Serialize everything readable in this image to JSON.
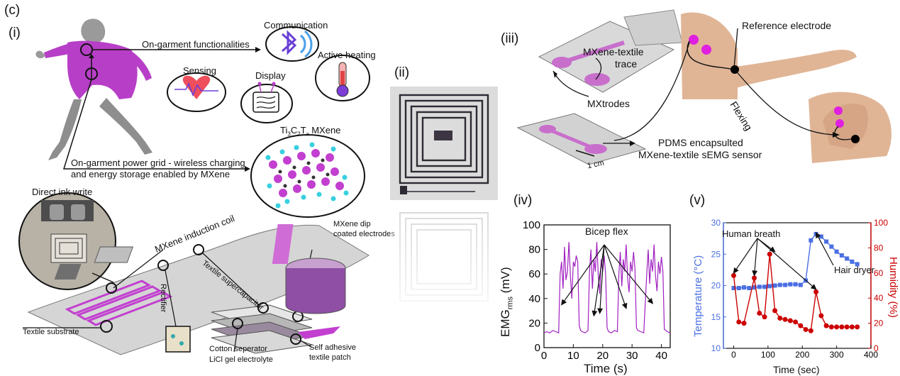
{
  "figure_label": "(c)",
  "panel_i": {
    "tag": "(i)",
    "on_garment_functionalities": "On-garment functionalities",
    "communication": "Communication",
    "sensing": "Sensing",
    "display": "Display",
    "active_heating": "Active heating",
    "power_grid_line1": "On-garment power grid - wireless charging",
    "power_grid_line2": "and energy storage enabled by MXene",
    "mxene_title": "Ti",
    "mxene_title_sub1": "3",
    "mxene_title_mid": "C",
    "mxene_title_sub2": "2",
    "mxene_title_t": "T",
    "mxene_title_x": "x",
    "mxene_title_end": " MXene",
    "direct_ink_write": "Direct ink write",
    "induction_coil": "MXene induction coil",
    "rectifier": "Rectifier",
    "textile_supercap": "Textile supercapacitor",
    "dip_coated_line1": "MXene dip",
    "dip_coated_line2": "coated electrodes",
    "textile_substrate": "Textile substrate",
    "cotton_separator": "Cotton seperator",
    "licl": "LiCl gel electrolyte",
    "self_adhesive_line1": "Self adhesive",
    "self_adhesive_line2": "textile patch"
  },
  "panel_ii": {
    "tag": "(ii)"
  },
  "panel_iii": {
    "tag": "(iii)",
    "mxene_trace_line1": "MXene-textile",
    "mxene_trace_line2": "trace",
    "mxtrodes": "MXtrodes",
    "pdms_line1": "PDMS encapsulted",
    "pdms_line2": "MXene-textile sEMG sensor",
    "scale": "1 cm",
    "reference_electrode": "Reference electrode",
    "flexing": "Flexing"
  },
  "chart_iv": {
    "tag": "(iv)",
    "annotation": "Bicep flex",
    "ylabel_main": "EMG",
    "ylabel_sub": "rms",
    "ylabel_unit": " (mV)",
    "xlabel": "Time (s)"
  },
  "chart_v": {
    "tag": "(v)",
    "annotation_breath": "Human breath",
    "annotation_dryer": "Hair dryer",
    "ylabel_left": "Temperature (°C)",
    "ylabel_right": "Humidity (%)",
    "xlabel": "Time (sec)"
  },
  "colors": {
    "magenta": "#c23fd0",
    "emg_line": "#a020c0",
    "temperature": "#4a6fe3",
    "humidity": "#cc0000"
  },
  "chart_data": [
    {
      "type": "line",
      "panel": "(iv)",
      "xlabel": "Time (s)",
      "ylabel": "EMGrms (mV)",
      "xlim": [
        0,
        43
      ],
      "ylim": [
        0,
        100
      ],
      "xticks": [
        0,
        10,
        20,
        30,
        40
      ],
      "yticks": [
        0,
        20,
        40,
        60,
        80,
        100
      ],
      "annotations": [
        "Bicep flex"
      ],
      "series": [
        {
          "x": [
            0,
            1,
            2,
            3,
            4,
            5,
            5.5,
            6,
            6.5,
            7,
            7.5,
            8,
            8.5,
            9,
            9.5,
            10,
            10.5,
            11,
            11.5,
            12,
            12.5,
            13,
            14,
            15,
            15.5,
            16,
            16.5,
            17,
            17.5,
            18,
            18.5,
            19,
            19.5,
            20,
            20.5,
            21,
            21.5,
            22,
            23,
            24,
            25,
            25.5,
            26,
            26.5,
            27,
            27.5,
            28,
            28.5,
            29,
            29.5,
            30,
            30.5,
            31,
            31.5,
            32,
            33,
            34,
            35,
            35.5,
            36,
            36.5,
            37,
            37.5,
            38,
            38.5,
            39,
            39.5,
            40,
            40.5,
            41,
            42,
            43
          ],
          "y": [
            12,
            13,
            12,
            14,
            13,
            12,
            60,
            70,
            48,
            82,
            55,
            62,
            86,
            58,
            40,
            70,
            66,
            75,
            70,
            18,
            14,
            13,
            12,
            14,
            62,
            80,
            48,
            72,
            62,
            86,
            58,
            44,
            72,
            62,
            75,
            60,
            16,
            13,
            12,
            14,
            13,
            60,
            78,
            50,
            72,
            62,
            84,
            56,
            45,
            70,
            62,
            78,
            64,
            16,
            14,
            13,
            12,
            60,
            80,
            52,
            72,
            62,
            84,
            58,
            46,
            70,
            60,
            74,
            62,
            15,
            13,
            12
          ]
        }
      ]
    },
    {
      "type": "line",
      "panel": "(v)",
      "xlabel": "Time (sec)",
      "xlim": [
        -30,
        400
      ],
      "xticks": [
        0,
        100,
        200,
        300,
        400
      ],
      "annotations": [
        "Human breath",
        "Hair dryer"
      ],
      "series": [
        {
          "axis": "left",
          "ylabel": "Temperature (°C)",
          "ylim": [
            10,
            30
          ],
          "yticks": [
            10,
            15,
            20,
            25,
            30
          ],
          "x": [
            0,
            15,
            30,
            45,
            60,
            75,
            90,
            105,
            120,
            135,
            150,
            165,
            180,
            195,
            210,
            225,
            240,
            255,
            270,
            285,
            300,
            315,
            330,
            345,
            360
          ],
          "y": [
            19.6,
            19.6,
            19.7,
            19.6,
            19.7,
            19.8,
            19.8,
            19.9,
            20.0,
            20.1,
            20.1,
            20.2,
            20.2,
            20.1,
            20.8,
            27.2,
            28.2,
            27.8,
            27.0,
            26.2,
            25.4,
            24.8,
            24.3,
            23.8,
            23.4
          ]
        },
        {
          "axis": "right",
          "ylabel": "Humidity (%)",
          "ylim": [
            0,
            100
          ],
          "yticks": [
            0,
            20,
            40,
            60,
            80,
            100
          ],
          "x": [
            0,
            15,
            30,
            60,
            75,
            90,
            105,
            120,
            135,
            150,
            165,
            180,
            195,
            210,
            225,
            240,
            255,
            270,
            285,
            300,
            315,
            330,
            345,
            360
          ],
          "y": [
            58,
            21,
            20,
            56,
            28,
            25,
            75,
            30,
            24,
            23,
            22,
            21,
            18,
            15,
            14,
            45,
            26,
            18,
            17,
            17,
            17,
            17,
            17,
            17
          ]
        }
      ]
    }
  ]
}
